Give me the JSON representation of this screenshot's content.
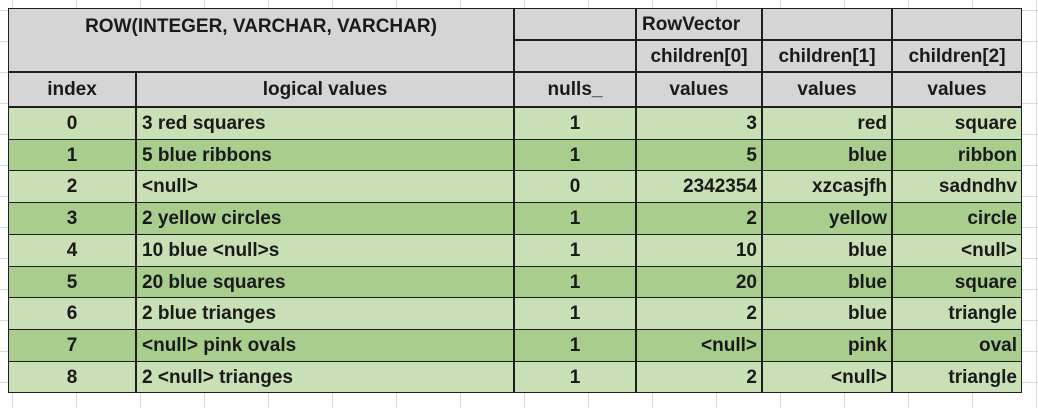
{
  "header": {
    "row_type": "ROW(INTEGER, VARCHAR, VARCHAR)",
    "row_vector": "RowVector",
    "children": [
      "children[0]",
      "children[1]",
      "children[2]"
    ],
    "columns": {
      "index": "index",
      "logical_values": "logical values",
      "nulls": "nulls_",
      "values": "values"
    }
  },
  "rows": [
    {
      "index": "0",
      "logical": "3 red squares",
      "nulls": "1",
      "c0": "3",
      "c1": "red",
      "c2": "square"
    },
    {
      "index": "1",
      "logical": "5 blue ribbons",
      "nulls": "1",
      "c0": "5",
      "c1": "blue",
      "c2": "ribbon"
    },
    {
      "index": "2",
      "logical": "<null>",
      "nulls": "0",
      "c0": "2342354",
      "c1": "xzcasjfh",
      "c2": "sadndhv"
    },
    {
      "index": "3",
      "logical": "2 yellow circles",
      "nulls": "1",
      "c0": "2",
      "c1": "yellow",
      "c2": "circle"
    },
    {
      "index": "4",
      "logical": "10 blue <null>s",
      "nulls": "1",
      "c0": "10",
      "c1": "blue",
      "c2": "<null>"
    },
    {
      "index": "5",
      "logical": "20 blue squares",
      "nulls": "1",
      "c0": "20",
      "c1": "blue",
      "c2": "square"
    },
    {
      "index": "6",
      "logical": "2 blue trianges",
      "nulls": "1",
      "c0": "2",
      "c1": "blue",
      "c2": "triangle"
    },
    {
      "index": "7",
      "logical": "<null> pink ovals",
      "nulls": "1",
      "c0": "<null>",
      "c1": "pink",
      "c2": "oval"
    },
    {
      "index": "8",
      "logical": "2 <null> trianges",
      "nulls": "1",
      "c0": "2",
      "c1": "<null>",
      "c2": "triangle"
    }
  ],
  "colors": {
    "header_bg": "#d5d5d5",
    "row_light": "#c9dfb6",
    "row_dark": "#a8cd8d",
    "border": "#1f1f1f"
  }
}
